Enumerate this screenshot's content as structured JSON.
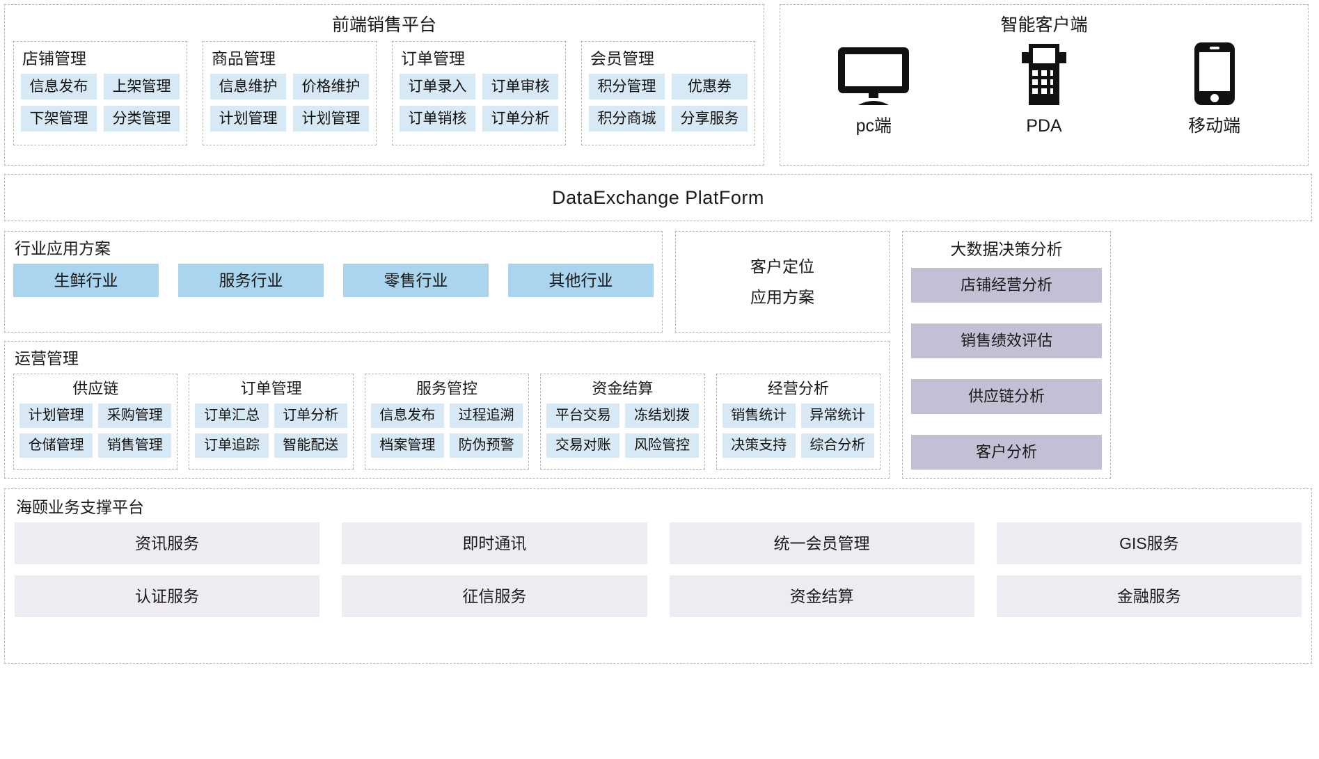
{
  "front_platform": {
    "title": "前端销售平台",
    "groups": [
      {
        "title": "店铺管理",
        "rows": [
          [
            "信息发布",
            "上架管理"
          ],
          [
            "下架管理",
            "分类管理"
          ]
        ]
      },
      {
        "title": "商品管理",
        "rows": [
          [
            "信息维护",
            "价格维护"
          ],
          [
            "计划管理",
            "计划管理"
          ]
        ]
      },
      {
        "title": "订单管理",
        "rows": [
          [
            "订单录入",
            "订单审核"
          ],
          [
            "订单销核",
            "订单分析"
          ]
        ]
      },
      {
        "title": "会员管理",
        "rows": [
          [
            "积分管理",
            "优惠券"
          ],
          [
            "积分商城",
            "分享服务"
          ]
        ]
      }
    ]
  },
  "smart_client": {
    "title": "智能客户端",
    "devices": [
      {
        "icon": "monitor-icon",
        "label": "pc端"
      },
      {
        "icon": "pda-icon",
        "label": "PDA"
      },
      {
        "icon": "mobile-phone-icon",
        "label": "移动端"
      }
    ]
  },
  "data_exchange": {
    "title": "DataExchange PlatForm"
  },
  "industry": {
    "title": "行业应用方案",
    "chips": [
      "生鲜行业",
      "服务行业",
      "零售行业",
      "其他行业"
    ]
  },
  "customer_locate": {
    "line1": "客户定位",
    "line2": "应用方案"
  },
  "operations": {
    "title": "运营管理",
    "groups": [
      {
        "title": "供应链",
        "rows": [
          [
            "计划管理",
            "采购管理"
          ],
          [
            "仓储管理",
            "销售管理"
          ]
        ]
      },
      {
        "title": "订单管理",
        "rows": [
          [
            "订单汇总",
            "订单分析"
          ],
          [
            "订单追踪",
            "智能配送"
          ]
        ]
      },
      {
        "title": "服务管控",
        "rows": [
          [
            "信息发布",
            "过程追溯"
          ],
          [
            "档案管理",
            "防伪预警"
          ]
        ]
      },
      {
        "title": "资金结算",
        "rows": [
          [
            "平台交易",
            "冻结划拨"
          ],
          [
            "交易对账",
            "风险管控"
          ]
        ]
      },
      {
        "title": "经营分析",
        "rows": [
          [
            "销售统计",
            "异常统计"
          ],
          [
            "决策支持",
            "综合分析"
          ]
        ]
      }
    ]
  },
  "big_data": {
    "title": "大数据决策分析",
    "items": [
      "店铺经营分析",
      "销售绩效评估",
      "供应链分析",
      "客户分析"
    ]
  },
  "support_platform": {
    "title": "海颐业务支撑平台",
    "rows": [
      [
        "资讯服务",
        "即时通讯",
        "统一会员管理",
        "GIS服务"
      ],
      [
        "认证服务",
        "征信服务",
        "资金结算",
        "金融服务"
      ]
    ]
  },
  "colors": {
    "chip_blue": "#d7e9f4",
    "industry_blue": "#a9d5ef",
    "bigdata_purple": "#c4bfd4",
    "support_lavender": "#efebf2",
    "dash_border": "#b3b3b3"
  }
}
